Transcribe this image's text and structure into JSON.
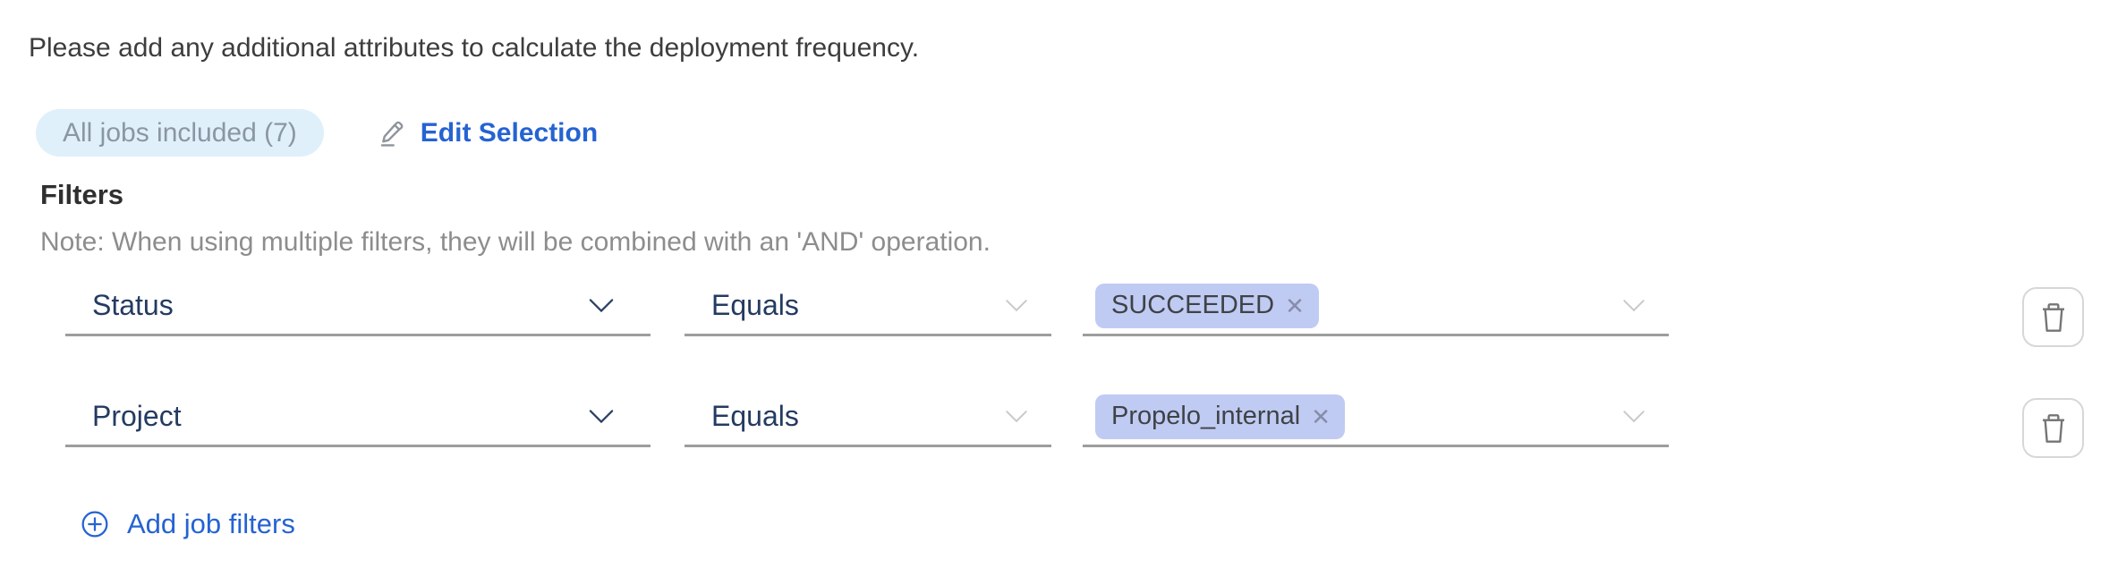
{
  "page": {
    "intro": "Please add any additional attributes to calculate the deployment frequency."
  },
  "jobs_summary": {
    "badge_label": "All jobs included (7)",
    "edit_button_label": "Edit Selection"
  },
  "filters_section": {
    "heading": "Filters",
    "note": "Note: When using multiple filters, they will be combined with an 'AND' operation.",
    "rows": [
      {
        "attribute": "Status",
        "operator": "Equals",
        "values": [
          "SUCCEEDED"
        ]
      },
      {
        "attribute": "Project",
        "operator": "Equals",
        "values": [
          "Propelo_internal"
        ]
      }
    ],
    "add_button_label": "Add job filters"
  },
  "icons": {
    "remove_glyph": "✕",
    "edit": "pencil-underline",
    "delete": "trash-can",
    "add": "plus-circle",
    "dropdown": "chevron-down"
  },
  "colors": {
    "accent_blue": "#2563d2",
    "badge_bg": "#dff0fb",
    "badge_text": "#8b96a3",
    "tag_bg": "#c0cbf3",
    "field_text": "#243b61",
    "underline": "#9d9d9d",
    "note_text": "#8d8d8d"
  }
}
